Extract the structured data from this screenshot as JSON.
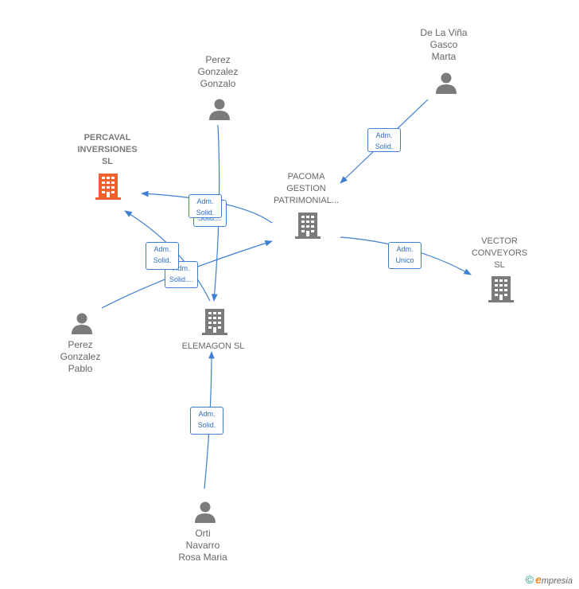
{
  "colors": {
    "edge": "#3f7fd1",
    "person_icon": "#7b7b7b",
    "company_icon": "#7b7b7b",
    "focus_company_icon": "#f0612d",
    "label": "#666666"
  },
  "nodes": {
    "de_la_vina": {
      "label": "De La Viña\nGasco\nMarta",
      "kind": "person",
      "icon": "person-icon"
    },
    "perez_gonzalo": {
      "label": "Perez\nGonzalez\nGonzalo",
      "kind": "person",
      "icon": "person-icon"
    },
    "percaval": {
      "label": "PERCAVAL\nINVERSIONES\nSL",
      "kind": "company",
      "icon": "building-icon"
    },
    "pacoma": {
      "label": "PACOMA\nGESTION\nPATRIMONIAL...",
      "kind": "company",
      "icon": "building-icon"
    },
    "vector": {
      "label": "VECTOR\nCONVEYORS\nSL",
      "kind": "company",
      "icon": "building-icon"
    },
    "elemagon": {
      "label": "ELEMAGON  SL",
      "kind": "company",
      "icon": "building-icon"
    },
    "perez_pablo": {
      "label": "Perez\nGonzalez\nPablo",
      "kind": "person",
      "icon": "person-icon"
    },
    "orti_navarro": {
      "label": "Orti\nNavarro\nRosa Maria",
      "kind": "person",
      "icon": "person-icon"
    }
  },
  "edges": [
    {
      "id": "vina_pacoma",
      "label": "Adm.\nSolid."
    },
    {
      "id": "gonzalo_percaval",
      "label": "Adm.\nSolid."
    },
    {
      "id": "gonzalo_elemagon",
      "label": "Adm.\nSolid...."
    },
    {
      "id": "elemagon_percaval",
      "label": "Adm.\nSolid."
    },
    {
      "id": "pablo_pacoma",
      "label": "Adm.\nSolid...."
    },
    {
      "id": "pacoma_vector",
      "label": "Adm.\nUnico"
    },
    {
      "id": "orti_elemagon",
      "label": "Adm.\nSolid."
    }
  ],
  "watermark": {
    "symbol": "©",
    "brand_initial": "e",
    "brand_rest": "mpresia"
  }
}
